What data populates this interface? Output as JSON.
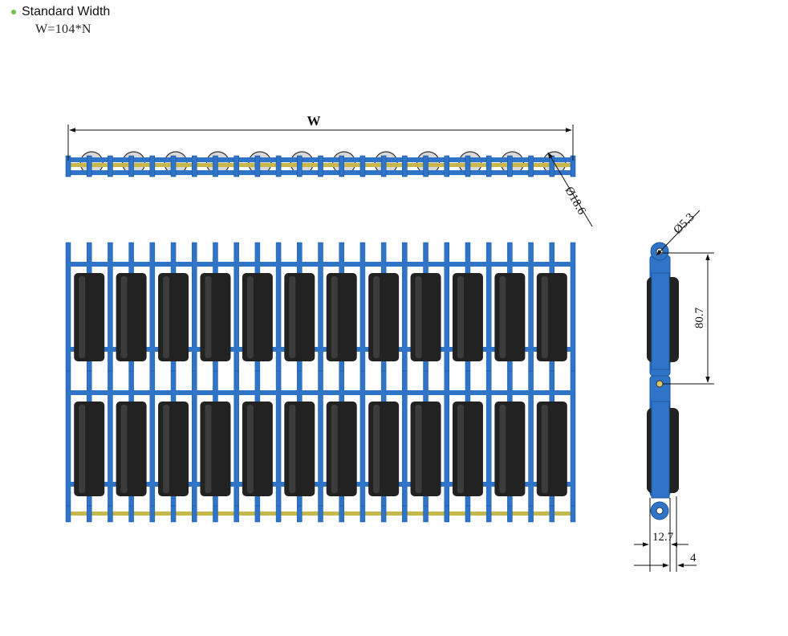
{
  "header": {
    "title": "Standard Width",
    "formula": "W=104*N"
  },
  "dimensions": {
    "width_label": "W",
    "roller_dia": "Ø18.6",
    "pin_dia": "Ø5.3",
    "pitch": "80.7",
    "thickness": "12.7",
    "offset": "4"
  },
  "belt": {
    "roller_columns": 12,
    "roller_rows": 2
  },
  "colors": {
    "belt": "#2f74c6",
    "belt_dark": "#1d57a0",
    "roller": "#222222",
    "rod": "#c7b84d",
    "line": "#111111",
    "accent": "#6cc24a"
  }
}
